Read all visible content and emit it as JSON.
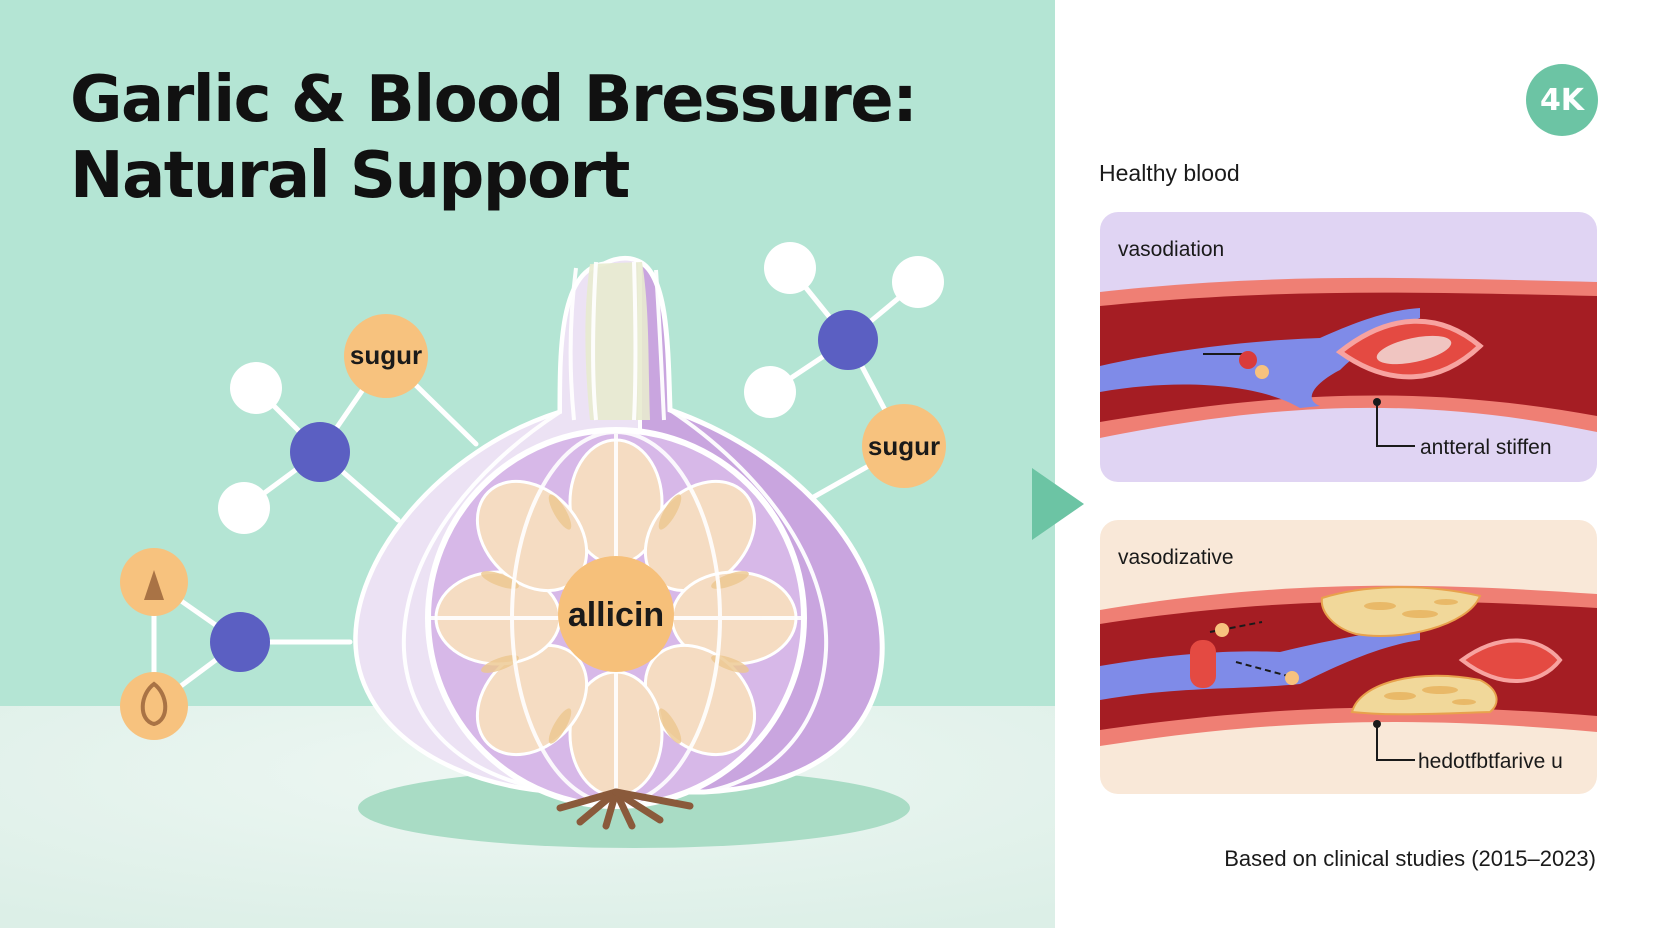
{
  "title": {
    "line1": "Garlic & Blood Bressure:",
    "line2": "Natural Support"
  },
  "badge": "4K",
  "garlic": {
    "center_label": "allicin",
    "molecule_labels": [
      "sugur",
      "sugur"
    ]
  },
  "panel_section_title": "Healthy blood",
  "panels": [
    {
      "heading": "vasodiation",
      "callout": "antteral stiffen"
    },
    {
      "heading": "vasodizative",
      "callout": "hedotfbtfarive u"
    }
  ],
  "footnote": "Based on clinical studies (2015–2023)",
  "colors": {
    "background_mint": "#b4e5d4",
    "floor": "#e2f2ec",
    "accent_green": "#6cc4a4",
    "molecule_blue": "#5b5fc2",
    "molecule_orange": "#f7c27e",
    "panel_lavender": "#e0d4f3",
    "panel_peach": "#f9e8d8",
    "vessel_red": "#d93b3b",
    "vein_blue": "#7f8be8",
    "plaque_yellow": "#f1d89a"
  }
}
